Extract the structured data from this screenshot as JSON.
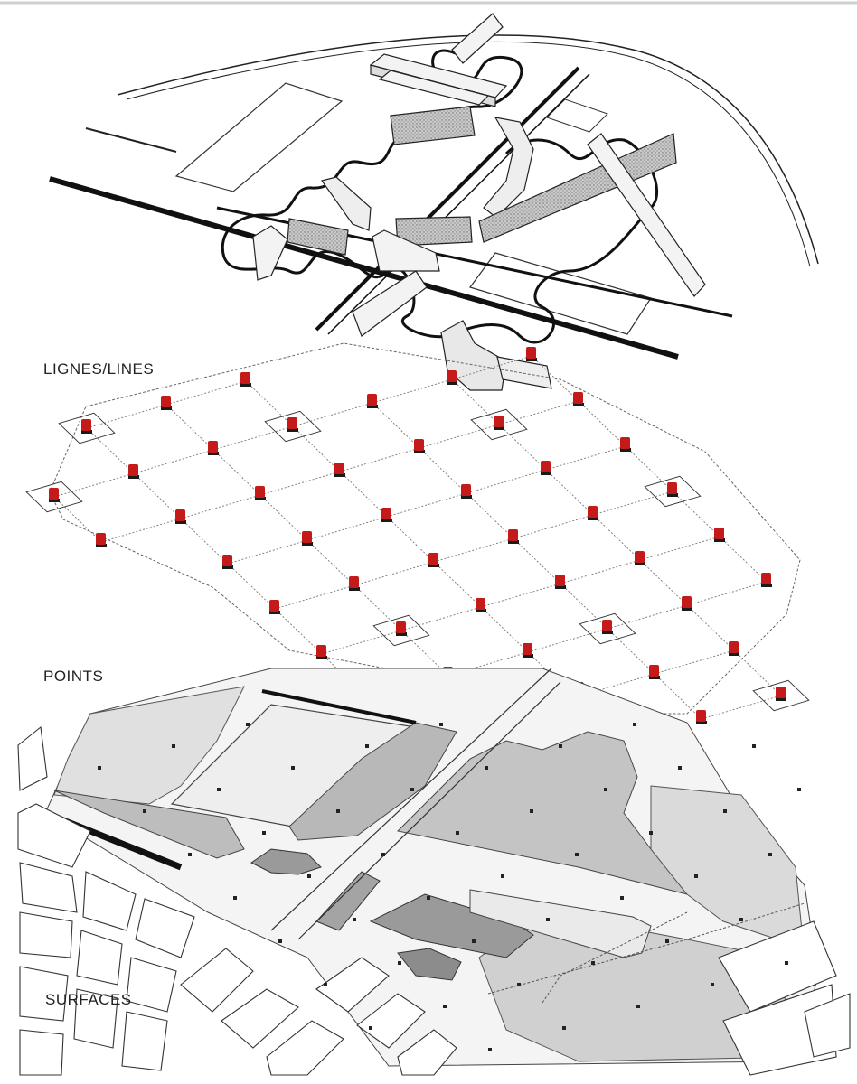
{
  "labels": {
    "lines": "LIGNES/LINES",
    "points": "POINTS",
    "surfaces": "SURFACES"
  },
  "colors": {
    "folly": "#c41a1a",
    "folly_shadow": "#1a1a1a",
    "ink": "#1a1a1a",
    "grid": "#555555",
    "surface_light": "#e2e2e2",
    "surface_mid": "#c4c4c4",
    "surface_dark": "#9a9a9a",
    "paper": "#ffffff",
    "hatch": "#bdbdbd"
  }
}
